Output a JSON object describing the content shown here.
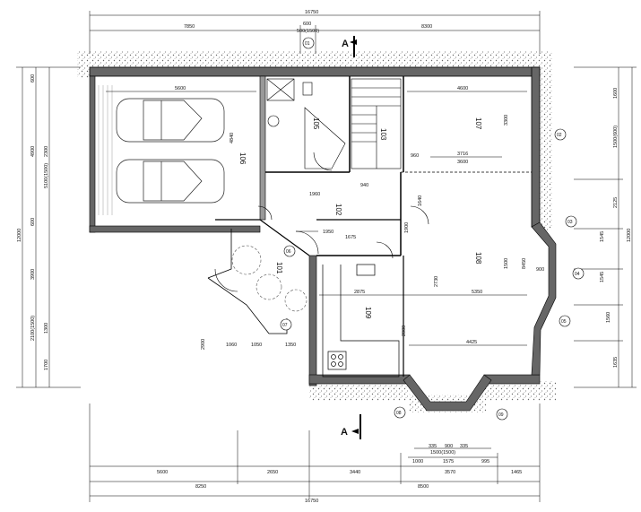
{
  "drawing": {
    "rooms": [
      {
        "id": "101",
        "label": "101"
      },
      {
        "id": "102",
        "label": "102"
      },
      {
        "id": "103",
        "label": "103"
      },
      {
        "id": "105",
        "label": "105"
      },
      {
        "id": "106",
        "label": "106"
      },
      {
        "id": "107",
        "label": "107"
      },
      {
        "id": "108",
        "label": "108"
      },
      {
        "id": "109",
        "label": "109"
      }
    ],
    "section_marks": [
      {
        "label": "A"
      },
      {
        "label": "A"
      }
    ],
    "window_tags": [
      "01",
      "02",
      "03",
      "04",
      "05",
      "06",
      "07",
      "08",
      "09"
    ],
    "top_dims": {
      "total": "16750",
      "left": "7850",
      "mid": "600",
      "mid2": "500(1500)",
      "right": "8300"
    },
    "bottom_dims": {
      "row1": [
        "5600",
        "2650",
        "3440",
        "3570",
        "1465"
      ],
      "row_small": [
        "1000",
        "1575",
        "995",
        "335",
        "900",
        "335",
        "1500(1500)"
      ],
      "row2": [
        "8250",
        "8500"
      ],
      "total": "16750"
    },
    "left_dims": {
      "outer": "12000",
      "a": "600",
      "b": "4900",
      "c": "2300",
      "d": "600",
      "e": "3900",
      "f": "1300",
      "g": "1700",
      "h": "2100(1500)",
      "i": "5100(1500)"
    },
    "right_dims": {
      "outer": "12000",
      "a": "1600",
      "b": "1500(600)",
      "c": "2125",
      "d": "1545",
      "e": "1545",
      "f": "1560",
      "g": "1635"
    },
    "interior_dims": [
      "5600",
      "4600",
      "3716",
      "3600",
      "1950",
      "1675",
      "2875",
      "5350",
      "4425",
      "2900",
      "3300",
      "960",
      "1900",
      "1640",
      "1050",
      "1060",
      "1350",
      "2000",
      "4840",
      "1500",
      "900",
      "940",
      "1960",
      "2730",
      "8450"
    ]
  }
}
